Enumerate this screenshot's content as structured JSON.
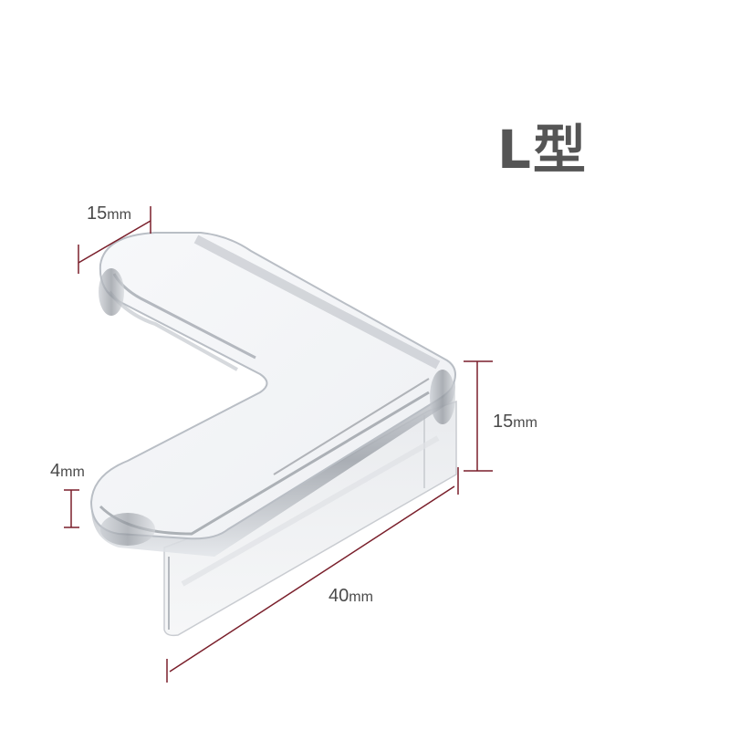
{
  "title": "L型",
  "product": {
    "name": "clear-acrylic-l-corner-protector",
    "colors": {
      "dimension_line": "#7a1f2b",
      "label_text": "#4a4a4a",
      "title_text": "#555555",
      "background": "#ffffff"
    }
  },
  "dimensions": {
    "top_width": {
      "value": "15",
      "unit": "mm"
    },
    "right_height": {
      "value": "15",
      "unit": "mm"
    },
    "left_thickness": {
      "value": "4",
      "unit": "mm"
    },
    "bottom_length": {
      "value": "40",
      "unit": "mm"
    }
  }
}
